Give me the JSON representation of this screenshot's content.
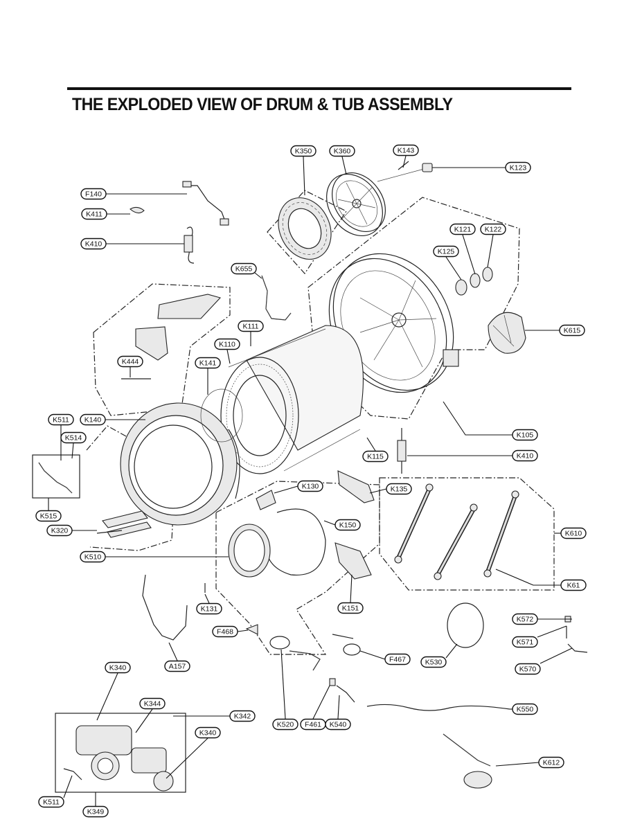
{
  "diagram": {
    "title": "THE  EXPLODED VIEW OF DRUM & TUB ASSEMBLY",
    "callouts": [
      "K350",
      "K360",
      "K143",
      "K123",
      "F140",
      "K411",
      "K410",
      "K121",
      "K122",
      "K125",
      "K655",
      "K111",
      "K110",
      "K615",
      "K141",
      "K444",
      "K140",
      "K511",
      "K514",
      "K105",
      "K115",
      "K410",
      "K130",
      "K135",
      "K515",
      "K150",
      "K320",
      "K610",
      "K510",
      "K61",
      "K131",
      "K151",
      "K572",
      "F468",
      "K571",
      "F467",
      "K530",
      "A157",
      "K570",
      "K340",
      "K550",
      "K344",
      "K342",
      "K520",
      "F461",
      "K540",
      "K340",
      "K612",
      "K511",
      "K349"
    ]
  }
}
